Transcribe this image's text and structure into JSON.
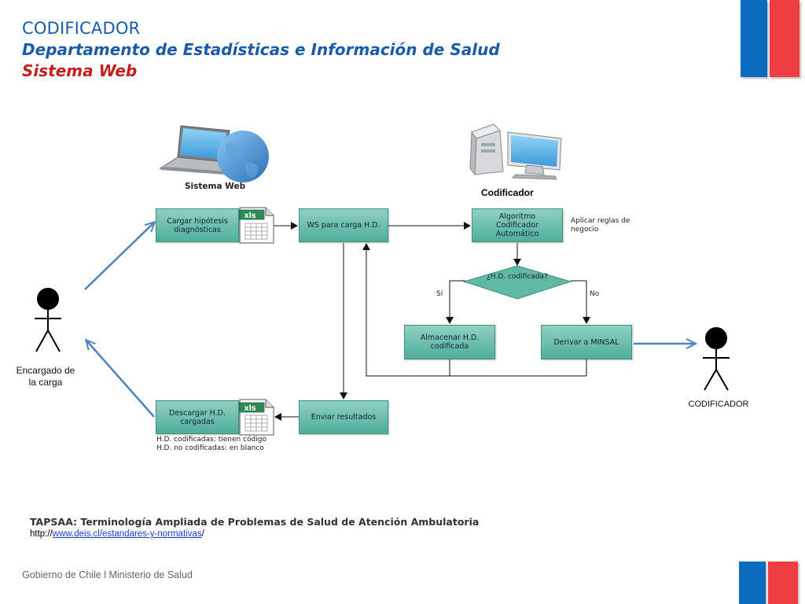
{
  "header": {
    "title": "CODIFICADOR",
    "subtitle": "Departamento de Estadísticas e Información de Salud",
    "subtitle2": "Sistema Web"
  },
  "colors": {
    "blue": "#0b6bbf",
    "red": "#ef3e42",
    "box_green": "#4fae9b",
    "arrow_blue": "#4f81bd"
  },
  "icons": {
    "laptop": "laptop-globe-icon",
    "computer": "desktop-computer-icon",
    "xls": "xls-spreadsheet-icon",
    "actor": "stick-figure-icon"
  },
  "diagram": {
    "sistema_web_label": "Sistema Web",
    "codificador_label": "Codificador",
    "boxes": {
      "cargar": "Cargar hipótesis diagnósticas",
      "ws": "WS para carga H.D.",
      "algoritmo": "Algoritmo Codificador Automático",
      "almacenar": "Almacenar H.D. codificada",
      "derivar": "Derivar a MINSAL",
      "descargar": "Descargar H.D. cargadas",
      "enviar": "Enviar resultados"
    },
    "decision": "¿H.D. codificada?",
    "si": "Sí",
    "no": "No",
    "reglas": "Aplicar reglas de negocio",
    "xls_label": "xls",
    "note_line1": "H.D. codificadas: tienen código",
    "note_line2": "H.D. no codificadas: en blanco",
    "actor_left": "Encargado de la carga",
    "actor_right": "CODIFICADOR"
  },
  "footer": {
    "tapsaa": "TAPSAA: Terminología Ampliada de Problemas de Salud de Atención Ambulatoria",
    "url_prefix": "http://",
    "url_link": "www.deis.cl/estandares-y-normativas",
    "url_suffix": "/",
    "gobierno": "Gobierno de Chile l Ministerio de Salud"
  }
}
